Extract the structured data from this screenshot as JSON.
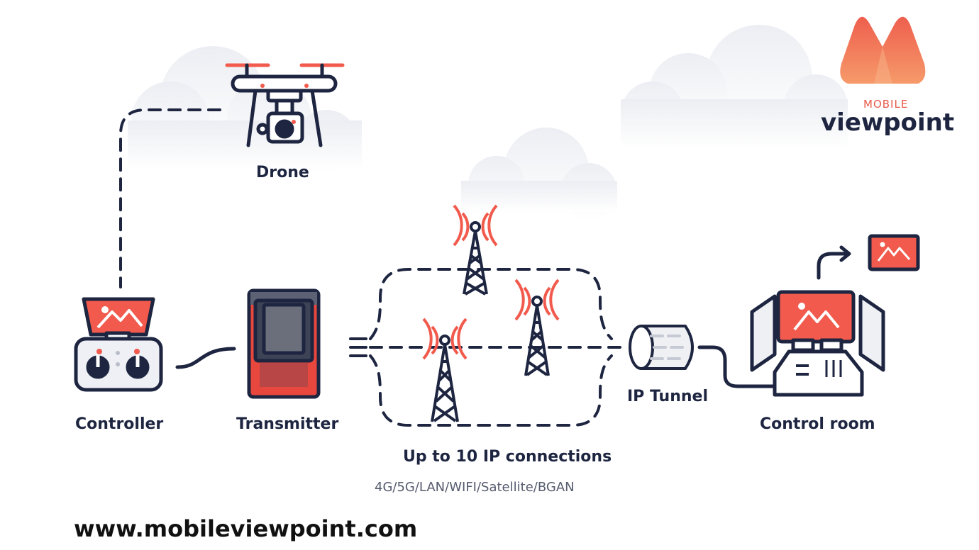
{
  "colors": {
    "navy": "#1d2540",
    "accent": "#f15a4c",
    "cloud": "#eef0f4",
    "transmitter_body": "#e8473d",
    "screen": "#f15a4c"
  },
  "nodes": {
    "drone": {
      "label": "Drone",
      "icon": "drone-icon"
    },
    "controller": {
      "label": "Controller",
      "icon": "remote-controller-icon"
    },
    "transmitter": {
      "label": "Transmitter",
      "icon": "transmitter-icon"
    },
    "ip_tunnel": {
      "label": "IP Tunnel",
      "icon": "tunnel-icon"
    },
    "control_room": {
      "label": "Control room",
      "icon": "control-desk-icon"
    }
  },
  "connections": {
    "title": "Up to 10 IP connections",
    "types": "4G/5G/LAN/WIFI/Satellite/BGAN",
    "tower_icon": "cell-tower-icon"
  },
  "brand": {
    "top": "MOBILE",
    "name": "viewpoint",
    "logo_icon": "mountain-logo-icon"
  },
  "footer": {
    "url": "www.mobileviewpoint.com"
  }
}
